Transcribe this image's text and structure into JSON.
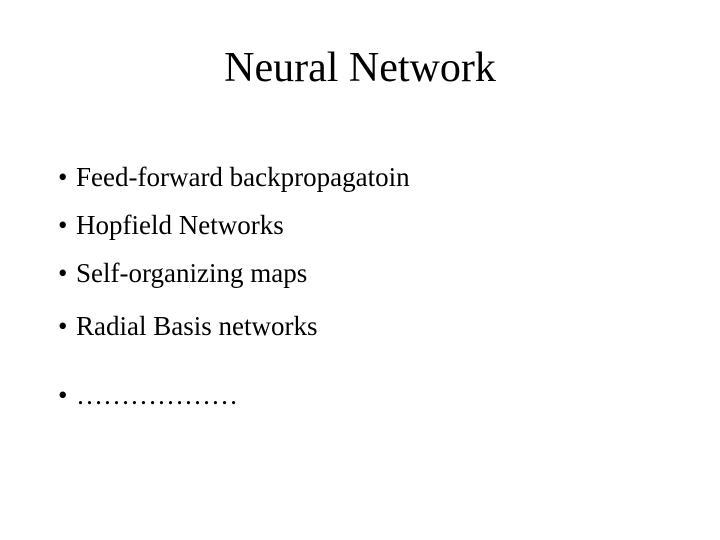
{
  "slide": {
    "title": "Neural Network",
    "bullet_glyph": "•",
    "bullets": [
      "Feed-forward backpropagatoin",
      "Hopfield Networks",
      "Self-organizing maps",
      "Radial Basis networks",
      "………………"
    ]
  }
}
